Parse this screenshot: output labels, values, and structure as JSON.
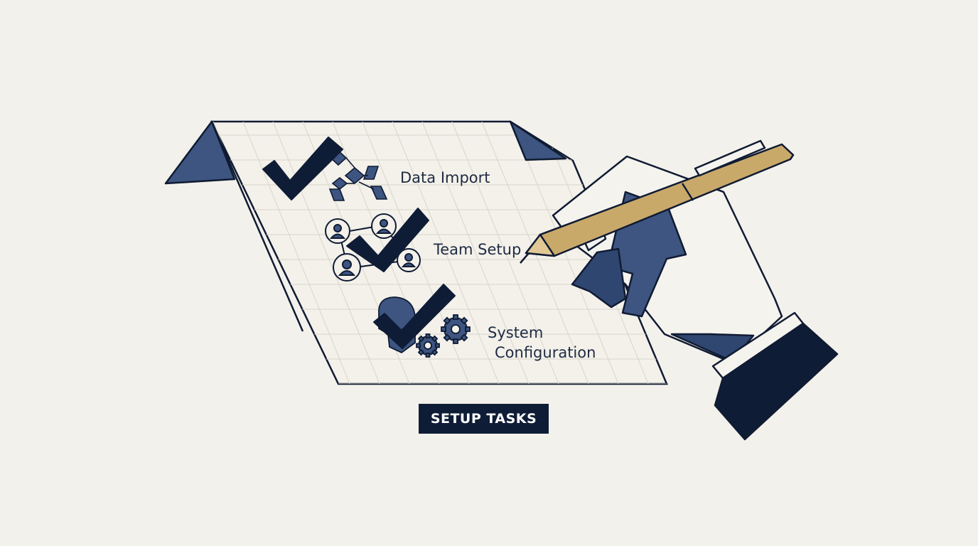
{
  "tasks": [
    {
      "label": "Data Import",
      "icon": "flowchart-icon"
    },
    {
      "label": "Team Setup",
      "icon": "team-network-icon"
    },
    {
      "label_line1": "System",
      "label_line2": "Configuration",
      "icon": "gear-icon"
    }
  ],
  "tag": {
    "label": "SETUP TASKS"
  },
  "colors": {
    "background": "#f3f1eb",
    "ink": "#0f1c36",
    "accent_blue": "#3d5580",
    "pen_gold": "#c9a96a"
  }
}
